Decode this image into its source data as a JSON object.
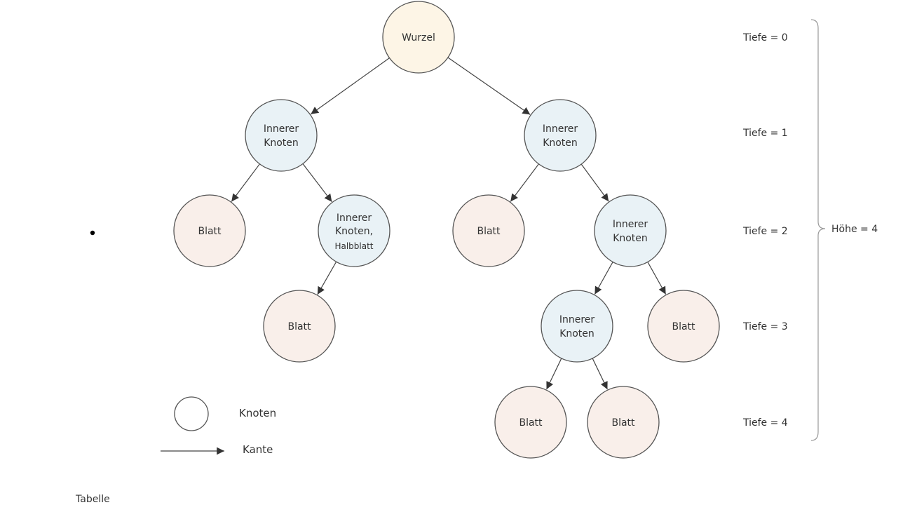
{
  "nodes": [
    {
      "id": "root",
      "lines": [
        "Wurzel"
      ],
      "type": "root",
      "fill": "#fdf5e6"
    },
    {
      "id": "n1L",
      "lines": [
        "Innerer",
        "Knoten"
      ],
      "type": "inner",
      "fill": "#e9f2f6"
    },
    {
      "id": "n1R",
      "lines": [
        "Innerer",
        "Knoten"
      ],
      "type": "inner",
      "fill": "#e9f2f6"
    },
    {
      "id": "n2a",
      "lines": [
        "Blatt"
      ],
      "type": "leaf",
      "fill": "#f9efea"
    },
    {
      "id": "n2b",
      "lines": [
        "Innerer",
        "Knoten,",
        "Halbblatt"
      ],
      "type": "inner",
      "fill": "#e9f2f6"
    },
    {
      "id": "n2c",
      "lines": [
        "Blatt"
      ],
      "type": "leaf",
      "fill": "#f9efea"
    },
    {
      "id": "n2d",
      "lines": [
        "Innerer",
        "Knoten"
      ],
      "type": "inner",
      "fill": "#e9f2f6"
    },
    {
      "id": "n3a",
      "lines": [
        "Blatt"
      ],
      "type": "leaf",
      "fill": "#f9efea"
    },
    {
      "id": "n3b",
      "lines": [
        "Innerer",
        "Knoten"
      ],
      "type": "inner",
      "fill": "#e9f2f6"
    },
    {
      "id": "n3c",
      "lines": [
        "Blatt"
      ],
      "type": "leaf",
      "fill": "#f9efea"
    },
    {
      "id": "n4a",
      "lines": [
        "Blatt"
      ],
      "type": "leaf",
      "fill": "#f9efea"
    },
    {
      "id": "n4b",
      "lines": [
        "Blatt"
      ],
      "type": "leaf",
      "fill": "#f9efea"
    }
  ],
  "edges": [
    [
      "root",
      "n1L"
    ],
    [
      "root",
      "n1R"
    ],
    [
      "n1L",
      "n2a"
    ],
    [
      "n1L",
      "n2b"
    ],
    [
      "n1R",
      "n2c"
    ],
    [
      "n1R",
      "n2d"
    ],
    [
      "n2b",
      "n3a"
    ],
    [
      "n2d",
      "n3b"
    ],
    [
      "n2d",
      "n3c"
    ],
    [
      "n3b",
      "n4a"
    ],
    [
      "n3b",
      "n4b"
    ]
  ],
  "depth_labels": [
    "Tiefe = 0",
    "Tiefe = 1",
    "Tiefe = 2",
    "Tiefe = 3",
    "Tiefe = 4"
  ],
  "height_label": "Höhe = 4",
  "legend": {
    "node_label": "Knoten",
    "edge_label": "Kante"
  },
  "footer_text": "Tabelle"
}
